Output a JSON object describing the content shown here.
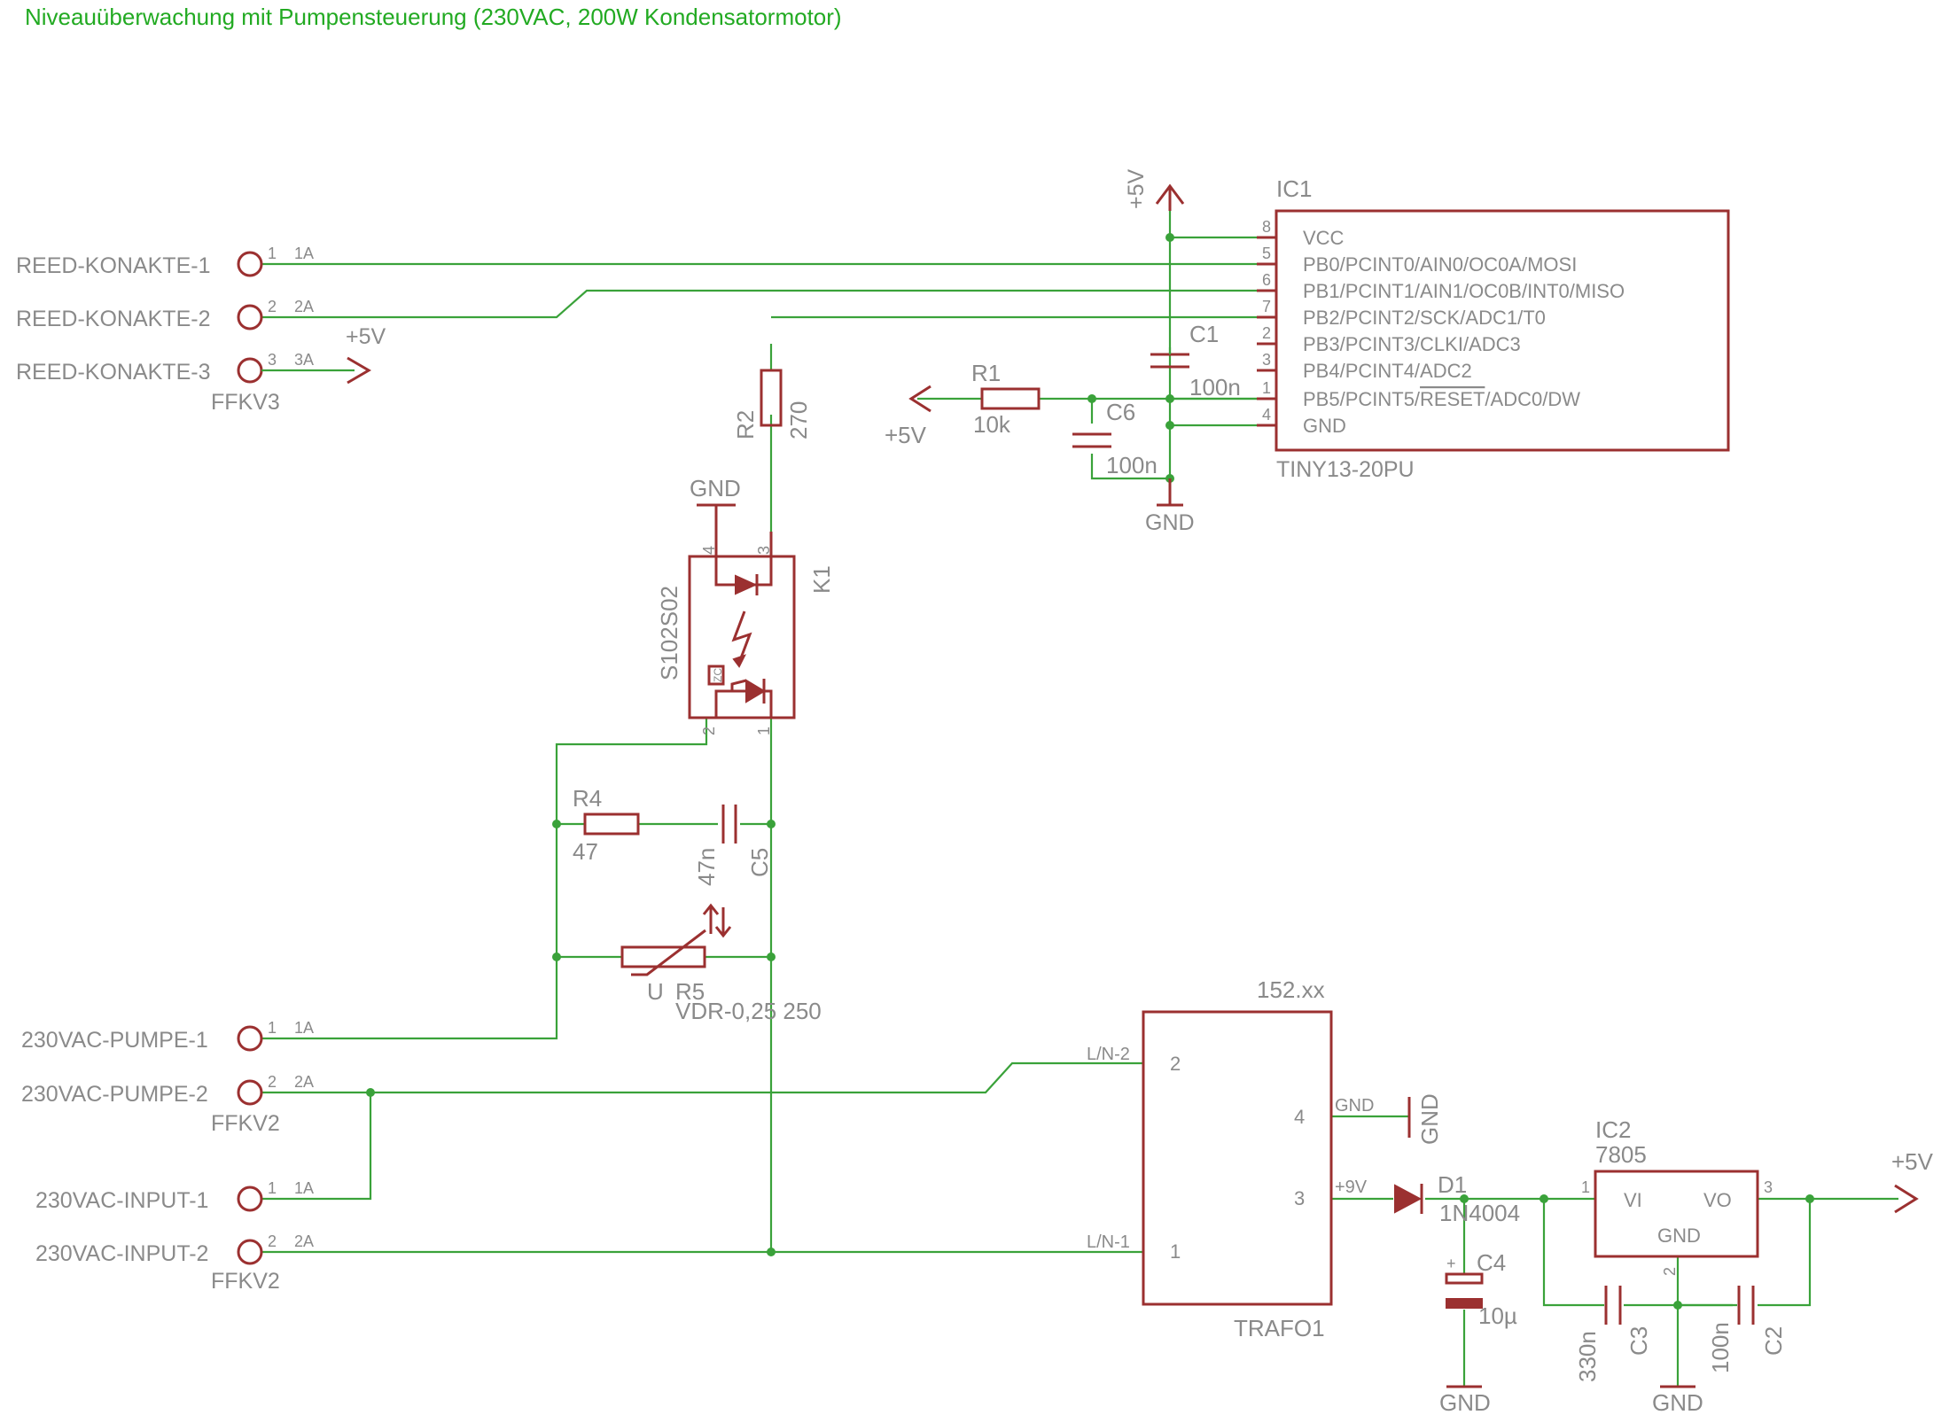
{
  "title": "Niveauüberwachung mit Pumpensteuerung (230VAC, 200W Kondensatormotor)",
  "colors": {
    "wire": "#3aa23a",
    "symbol": "#9b3030",
    "label": "#8a8a8a",
    "title": "#22aa22"
  },
  "connectors": {
    "reed": {
      "part": "FFKV3",
      "pins": [
        {
          "name": "REED-KONAKTE-1",
          "num": "1",
          "pad": "1A"
        },
        {
          "name": "REED-KONAKTE-2",
          "num": "2",
          "pad": "2A"
        },
        {
          "name": "REED-KONAKTE-3",
          "num": "3",
          "pad": "3A"
        }
      ]
    },
    "pump": {
      "part": "FFKV2",
      "pins": [
        {
          "name": "230VAC-PUMPE-1",
          "num": "1",
          "pad": "1A"
        },
        {
          "name": "230VAC-PUMPE-2",
          "num": "2",
          "pad": "2A"
        }
      ]
    },
    "input": {
      "part": "FFKV2",
      "pins": [
        {
          "name": "230VAC-INPUT-1",
          "num": "1",
          "pad": "1A"
        },
        {
          "name": "230VAC-INPUT-2",
          "num": "2",
          "pad": "2A"
        }
      ]
    }
  },
  "supplies": {
    "vcc": "+5V",
    "gnd": "GND"
  },
  "ic1": {
    "name": "IC1",
    "part": "TINY13-20PU",
    "pins": [
      {
        "num": "8",
        "name": "VCC"
      },
      {
        "num": "5",
        "name": "PB0/PCINT0/AIN0/OC0A/MOSI"
      },
      {
        "num": "6",
        "name": "PB1/PCINT1/AIN1/OC0B/INT0/MISO"
      },
      {
        "num": "7",
        "name": "PB2/PCINT2/SCK/ADC1/T0"
      },
      {
        "num": "2",
        "name": "PB3/PCINT3/CLKI/ADC3"
      },
      {
        "num": "3",
        "name": "PB4/PCINT4/ADC2"
      },
      {
        "num": "1",
        "name_pre": "PB5/PCINT5/",
        "name_over": "RESET",
        "name_post": "/ADC0/DW"
      },
      {
        "num": "4",
        "name": "GND"
      }
    ]
  },
  "c1": {
    "name": "C1",
    "value": "100n"
  },
  "c6": {
    "name": "C6",
    "value": "100n"
  },
  "r1": {
    "name": "R1",
    "value": "10k"
  },
  "r2": {
    "name": "R2",
    "value": "270"
  },
  "k1": {
    "name": "K1",
    "part": "S102S02",
    "zc": "ZC",
    "pins": [
      "4",
      "3",
      "2",
      "1"
    ]
  },
  "r4": {
    "name": "R4",
    "value": "47"
  },
  "c5": {
    "name": "C5",
    "value": "47n"
  },
  "r5": {
    "name": "R5",
    "value": "VDR-0,25 250",
    "marker": "U"
  },
  "trafo": {
    "name": "TRAFO1",
    "part": "152.xx",
    "pins": [
      {
        "num": "2",
        "label": "L/N-2"
      },
      {
        "num": "4",
        "label": "GND"
      },
      {
        "num": "3",
        "label": "+9V"
      },
      {
        "num": "1",
        "label": "L/N-1"
      }
    ]
  },
  "d1": {
    "name": "D1",
    "value": "1N4004"
  },
  "c4": {
    "name": "C4",
    "value": "10µ",
    "polarity": "+"
  },
  "ic2": {
    "name": "IC2",
    "part": "7805",
    "pins": [
      {
        "num": "1",
        "name": "VI"
      },
      {
        "num": "3",
        "name": "VO"
      },
      {
        "num": "2",
        "name": "GND"
      }
    ]
  },
  "c3": {
    "name": "C3",
    "value": "330n"
  },
  "c2": {
    "name": "C2",
    "value": "100n"
  }
}
